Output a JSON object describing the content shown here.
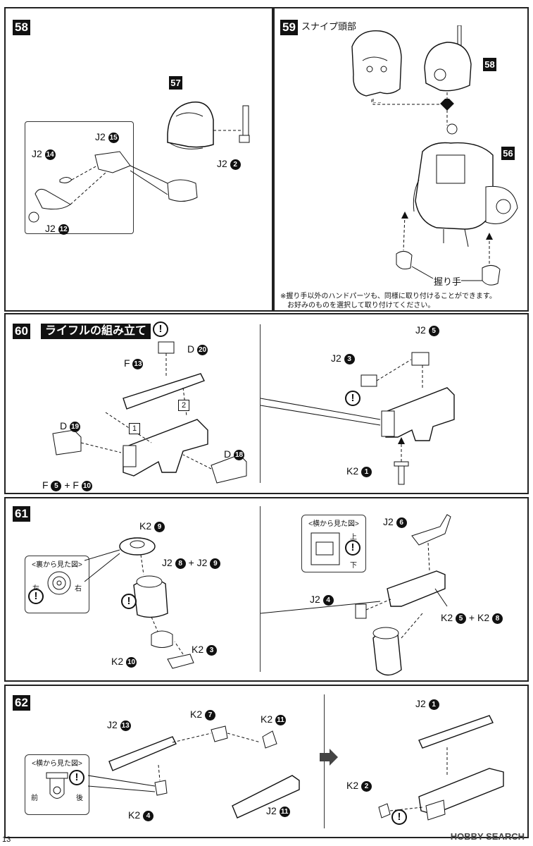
{
  "s58": {
    "num": "58",
    "ref57": "57",
    "j2_15": "J2",
    "n15": "15",
    "j2_14": "J2",
    "n14": "14",
    "j2_12": "J2",
    "n12": "12",
    "j2_2": "J2",
    "n2": "2"
  },
  "s59": {
    "num": "59",
    "title": "スナイプ頭部",
    "ref58": "58",
    "ref56": "56",
    "grip": "握り手",
    "note1": "※握り手以外のハンドパーツも、同様に取り付けることができます。",
    "note2": "お好みのものを選択して取り付けてください。"
  },
  "s60": {
    "num": "60",
    "title": "ライフルの組み立て",
    "f": "F",
    "n13": "13",
    "d": "D",
    "n20": "20",
    "n19": "19",
    "n18": "18",
    "sub1": "1",
    "sub2": "2",
    "f5": "F",
    "n5": "5",
    "plus": "+",
    "f10": "F",
    "n10": "10",
    "j2_5": "J2",
    "r5": "5",
    "j2_3": "J2",
    "r3": "3",
    "k2_1": "K2",
    "r1": "1",
    "excl": "!"
  },
  "s61": {
    "num": "61",
    "k2_9": "K2",
    "n9": "9",
    "back_view": "<裏から見た図>",
    "left": "左",
    "right": "右",
    "j2_8": "J2",
    "n8": "8",
    "plus": "+",
    "j2_9": "J2",
    "m9": "9",
    "k2_10": "K2",
    "n10": "10",
    "k2_3": "K2",
    "n3": "3",
    "side_view": "<横から見た図>",
    "up": "上",
    "down": "下",
    "j2_6": "J2",
    "n6": "6",
    "j2_4": "J2",
    "n4": "4",
    "k2_5": "K2",
    "m5": "5",
    "k2_8": "K2",
    "m8": "8",
    "excl": "!"
  },
  "s62": {
    "num": "62",
    "j2_13": "J2",
    "n13": "13",
    "k2_7": "K2",
    "n7": "7",
    "k2_11": "K2",
    "n11": "11",
    "side_view": "<横から見た図>",
    "front": "前",
    "rear": "後",
    "k2_4": "K2",
    "n4": "4",
    "j2_11": "J2",
    "m11": "11",
    "j2_1": "J2",
    "n1": "1",
    "k2_2": "K2",
    "n2": "2",
    "excl": "!"
  },
  "footer": {
    "page": "13",
    "watermark": "HOBBY SEARCH"
  }
}
